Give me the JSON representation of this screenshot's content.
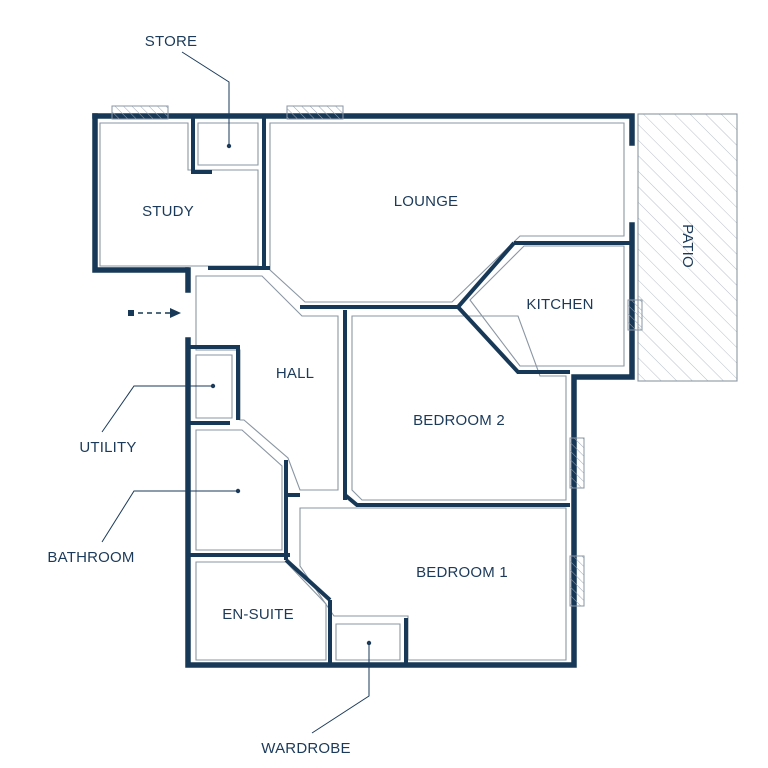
{
  "rooms": {
    "study": "STUDY",
    "lounge": "LOUNGE",
    "kitchen": "KITCHEN",
    "hall": "HALL",
    "bedroom2": "BEDROOM 2",
    "bedroom1": "BEDROOM 1",
    "ensuite": "EN-SUITE"
  },
  "exterior": {
    "patio": "PATIO"
  },
  "callouts": {
    "store": "STORE",
    "utility": "UTILITY",
    "bathroom": "BATHROOM",
    "wardrobe": "WARDROBE"
  },
  "colors": {
    "wall": "#173857",
    "text": "#1b3a5a",
    "inner_line": "#8a96a3"
  },
  "icons": {
    "entrance": "dashed-arrow-right-icon"
  }
}
